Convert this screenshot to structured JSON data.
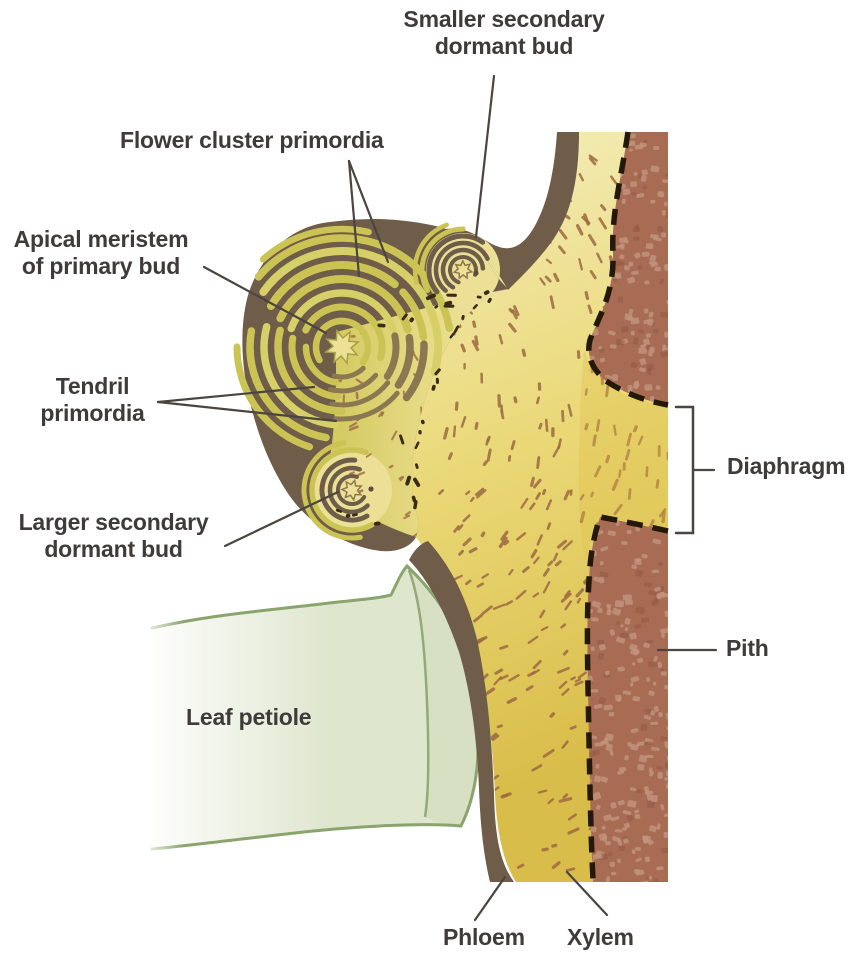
{
  "labels": {
    "smaller_secondary_bud": "Smaller secondary dormant bud",
    "flower_cluster_primordia": "Flower cluster primordia",
    "apical_meristem": "Apical meristem of primary bud",
    "tendril_primordia": "Tendril primordia",
    "larger_secondary_bud": "Larger secondary dormant bud",
    "leaf_petiole": "Leaf petiole",
    "diaphragm": "Diaphragm",
    "pith": "Pith",
    "phloem": "Phloem",
    "xylem": "Xylem"
  },
  "palette": {
    "background": "#ffffff",
    "bud_brown": "#6f5c49",
    "primordia_yellow": "#cbc455",
    "stem_yellow_light": "#f2e9ad",
    "stem_yellow_deep": "#d9bd4a",
    "xylem_dash": "#9c6a42",
    "pith_red_brown": "#a86c55",
    "pith_speckle": "#c2957c",
    "petiole_green_fill": "#dfe6ce",
    "petiole_green_line": "#8ba46e",
    "boundary_dash_dark": "#241808",
    "label_text": "#3f3b3a",
    "leader_line": "#4a4541"
  }
}
